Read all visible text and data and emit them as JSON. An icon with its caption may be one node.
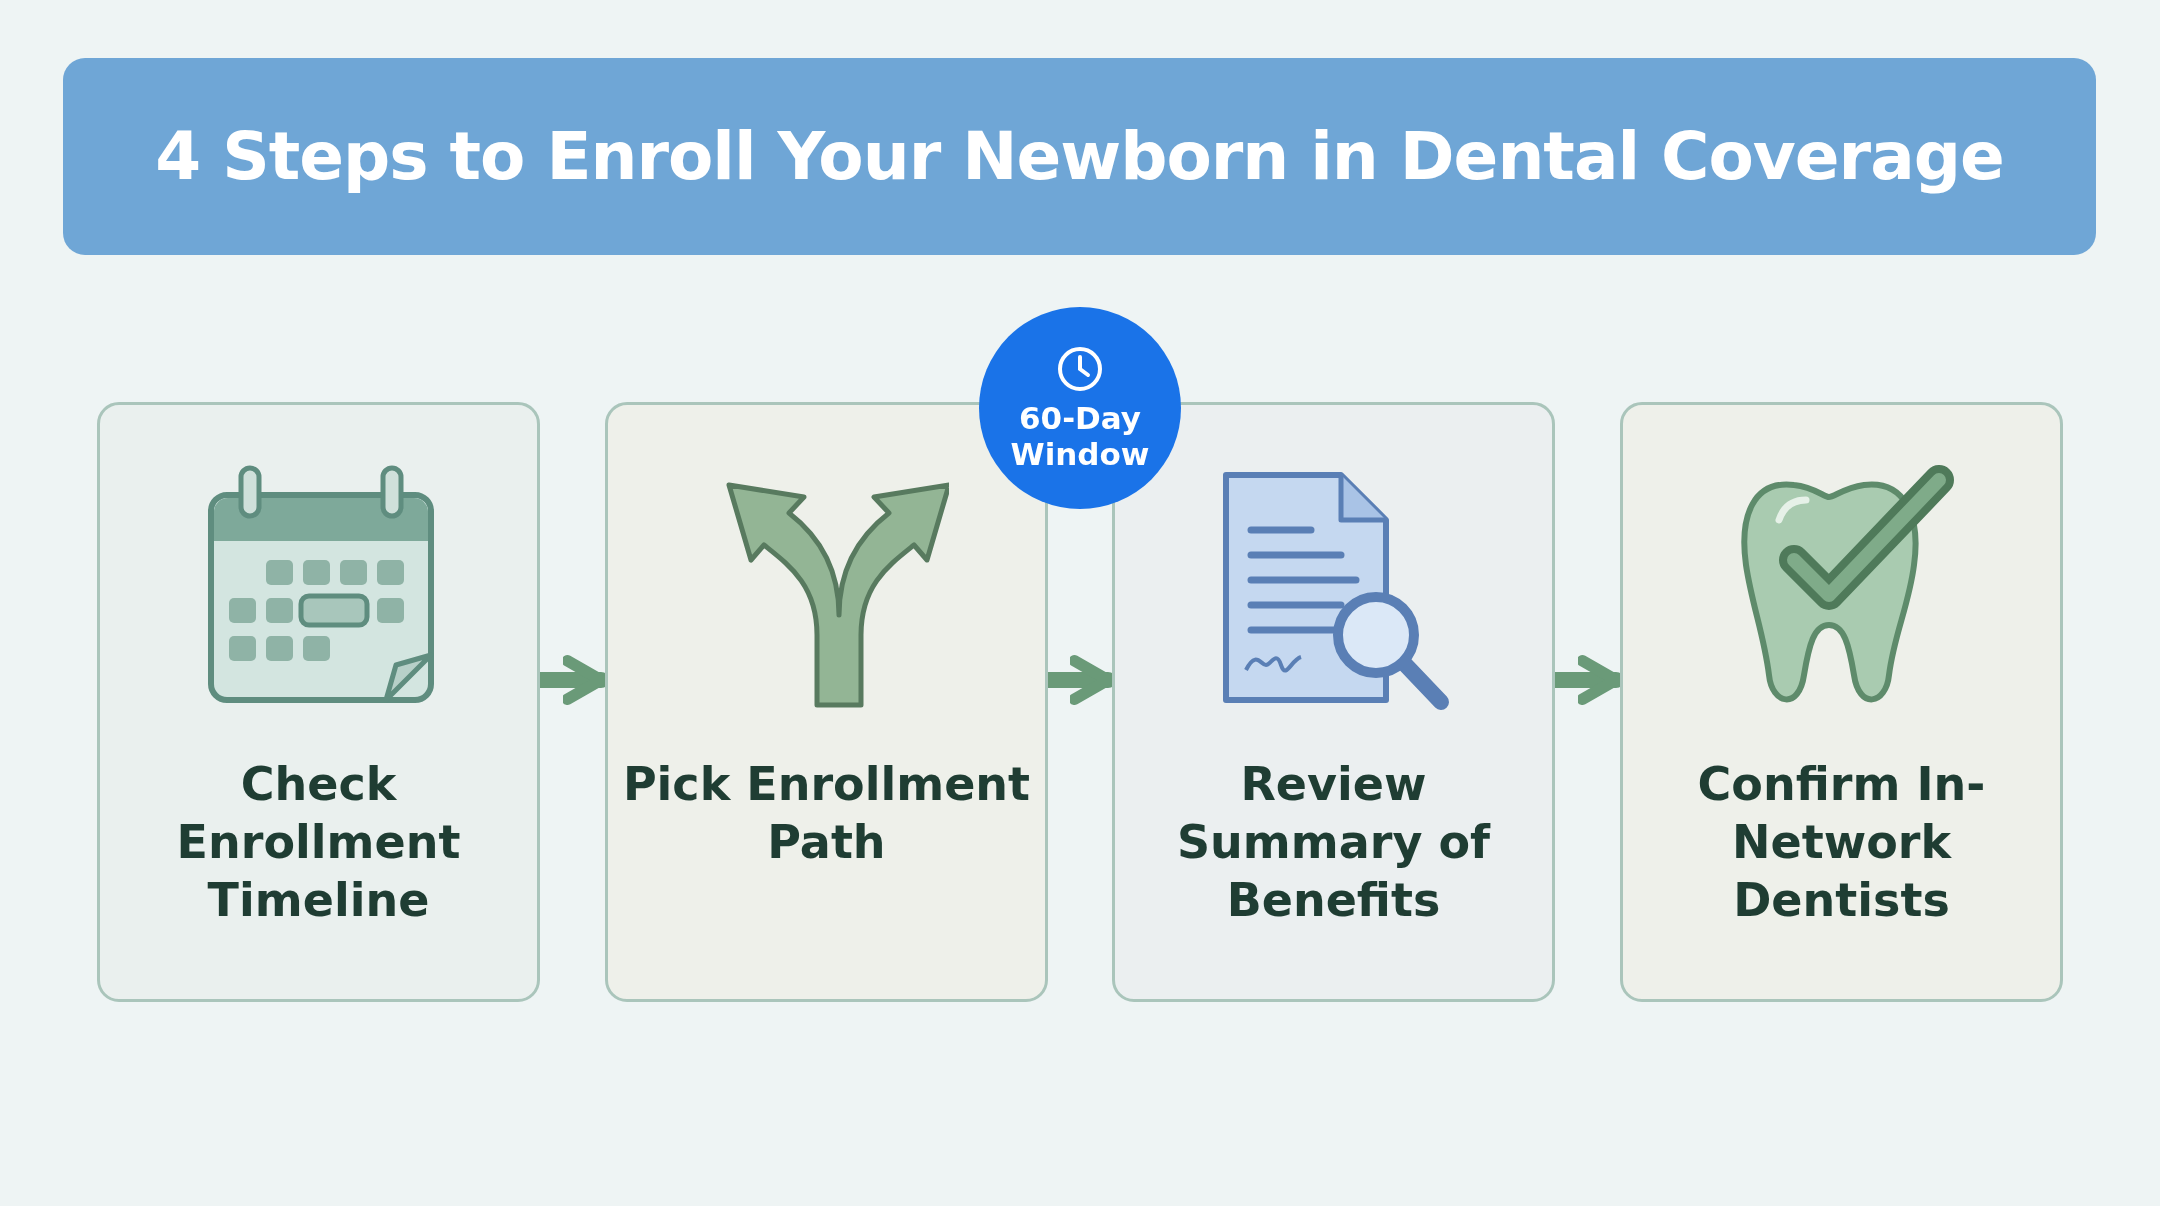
{
  "diagram": {
    "title": "4 Steps to Enroll Your Newborn in Dental Coverage",
    "nodes": [
      {
        "text": [
          "Check Enrollment Timeline"
        ]
      },
      {
        "text": [
          "Pick Enrollment Path"
        ]
      },
      {
        "text": [
          "Review Summary of Benefits"
        ]
      },
      {
        "text": [
          "Confirm In-Network Dentists"
        ]
      },
      {
        "text": [
          "60-Day Window"
        ]
      }
    ],
    "edges": [
      {
        "from": 0,
        "to": 1,
        "arrow": "to"
      },
      {
        "from": 1,
        "to": 2,
        "arrow": "to"
      },
      {
        "from": 2,
        "to": 3,
        "arrow": "to"
      }
    ]
  }
}
